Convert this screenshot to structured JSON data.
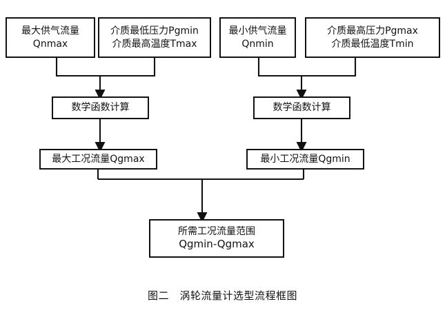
{
  "figure": {
    "caption": "图二　涡轮流量计选型流程框图",
    "type": "flowchart",
    "background_color": "#ffffff",
    "line_color": "#111111",
    "box_border_color": "#111111",
    "box_fill_color": "#ffffff"
  },
  "nodes": {
    "qnmax": {
      "line1": "最大供气流量",
      "line2": "Qnmax"
    },
    "pgmin": {
      "line1": "介质最低压力Pgmin",
      "line2": "介质最高温度Tmax"
    },
    "qnmin": {
      "line1": "最小供气流量",
      "line2": "Qnmin"
    },
    "pgmax": {
      "line1": "介质最高压力Pgmax",
      "line2": "介质最低温度Tmin"
    },
    "calc_left": {
      "line1": "数学函数计算"
    },
    "calc_right": {
      "line1": "数学函数计算"
    },
    "qgmax": {
      "line1": "最大工况流量Qgmax"
    },
    "qgmin": {
      "line1": "最小工况流量Qgmin"
    },
    "range": {
      "line1": "所需工况流量范围",
      "line2": "Qgmin-Qgmax"
    }
  },
  "edges": [
    {
      "name": "qnmax-to-calc-left",
      "from": "qnmax",
      "to": "calc_left",
      "arrow": true
    },
    {
      "name": "pgmin-to-calc-left",
      "from": "pgmin",
      "to": "calc_left",
      "arrow": true
    },
    {
      "name": "qnmin-to-calc-right",
      "from": "qnmin",
      "to": "calc_right",
      "arrow": true
    },
    {
      "name": "pgmax-to-calc-right",
      "from": "pgmax",
      "to": "calc_right",
      "arrow": true
    },
    {
      "name": "calc-left-to-qgmax",
      "from": "calc_left",
      "to": "qgmax",
      "arrow": true
    },
    {
      "name": "calc-right-to-qgmin",
      "from": "calc_right",
      "to": "qgmin",
      "arrow": true
    },
    {
      "name": "qgmax-to-range",
      "from": "qgmax",
      "to": "range",
      "arrow": true
    },
    {
      "name": "qgmin-to-range",
      "from": "qgmin",
      "to": "range",
      "arrow": true
    }
  ]
}
